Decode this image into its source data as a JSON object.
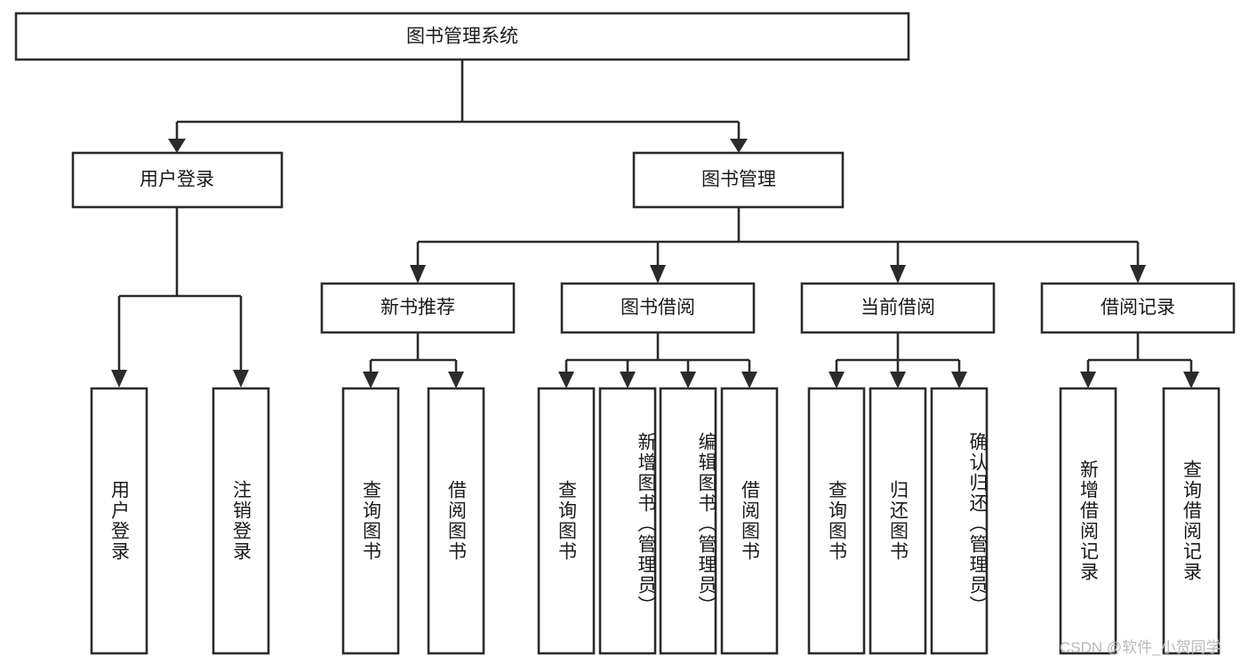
{
  "diagram": {
    "title": "图书管理系统",
    "type": "tree",
    "watermark": "CSDN @软件_小贺同学",
    "colors": {
      "stroke": "#2b2b2b",
      "node_fill": "#ffffff",
      "text": "#1a1a1a",
      "background": "#ffffff",
      "watermark": "#b9b9b9"
    },
    "nodes": {
      "root": {
        "label": "图书管理系统",
        "level": 1,
        "orientation": "horizontal"
      },
      "l2": [
        {
          "id": "user-login",
          "label": "用户登录",
          "level": 2,
          "orientation": "horizontal"
        },
        {
          "id": "book-management",
          "label": "图书管理",
          "level": 2,
          "orientation": "horizontal"
        }
      ],
      "l3": [
        {
          "id": "new-book-recommend",
          "label": "新书推荐",
          "level": 3,
          "orientation": "horizontal"
        },
        {
          "id": "book-borrow",
          "label": "图书借阅",
          "level": 3,
          "orientation": "horizontal"
        },
        {
          "id": "current-borrow",
          "label": "当前借阅",
          "level": 3,
          "orientation": "horizontal"
        },
        {
          "id": "borrow-record",
          "label": "借阅记录",
          "level": 3,
          "orientation": "horizontal"
        }
      ],
      "leaves": [
        {
          "id": "leaf-user-login",
          "label": "用户登录",
          "parent": "user-login",
          "orientation": "vertical"
        },
        {
          "id": "leaf-logout",
          "label": "注销登录",
          "parent": "user-login",
          "orientation": "vertical"
        },
        {
          "id": "leaf-query-book-1",
          "label": "查询图书",
          "parent": "new-book-recommend",
          "orientation": "vertical"
        },
        {
          "id": "leaf-borrow-book-1",
          "label": "借阅图书",
          "parent": "new-book-recommend",
          "orientation": "vertical"
        },
        {
          "id": "leaf-query-book-2",
          "label": "查询图书",
          "parent": "book-borrow",
          "orientation": "vertical"
        },
        {
          "id": "leaf-add-book",
          "label": "新增图书（管理员）",
          "parent": "book-borrow",
          "orientation": "vertical"
        },
        {
          "id": "leaf-edit-book",
          "label": "编辑图书（管理员）",
          "parent": "book-borrow",
          "orientation": "vertical"
        },
        {
          "id": "leaf-borrow-book-2",
          "label": "借阅图书",
          "parent": "book-borrow",
          "orientation": "vertical"
        },
        {
          "id": "leaf-query-book-3",
          "label": "查询图书",
          "parent": "current-borrow",
          "orientation": "vertical"
        },
        {
          "id": "leaf-return-book",
          "label": "归还图书",
          "parent": "current-borrow",
          "orientation": "vertical"
        },
        {
          "id": "leaf-confirm-return",
          "label": "确认归还（管理员）",
          "parent": "current-borrow",
          "orientation": "vertical"
        },
        {
          "id": "leaf-add-record",
          "label": "新增借阅记录",
          "parent": "borrow-record",
          "orientation": "vertical"
        },
        {
          "id": "leaf-query-record",
          "label": "查询借阅记录",
          "parent": "borrow-record",
          "orientation": "vertical"
        }
      ]
    }
  }
}
